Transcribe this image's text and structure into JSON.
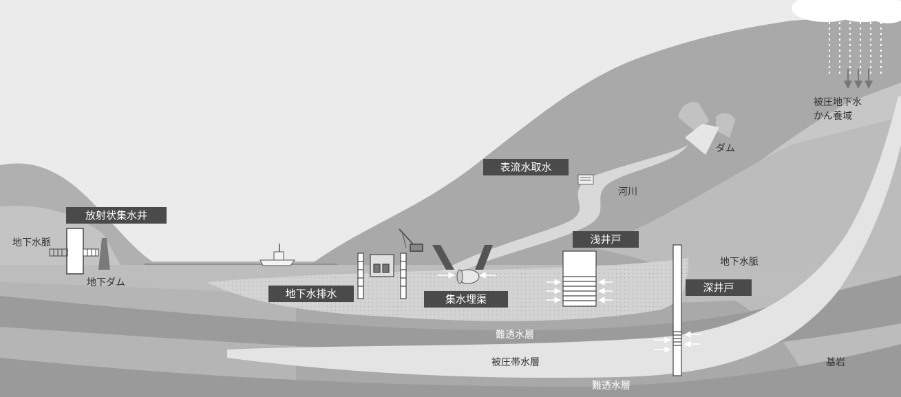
{
  "colors": {
    "sky": "#ebebeb",
    "mountain": "#a9a9a9",
    "ridge_band": "#c7c7c7",
    "upper_soil": "#bdbdbd",
    "aquifer": "#d3d3d3",
    "aquitard": "#9b9b9b",
    "confined_aquifer": "#e4e4e4",
    "bedrock": "#b5b5b5",
    "water_sea": "#8c8c8c",
    "label_bg": "#4a4a4a",
    "label_text": "#ffffff"
  },
  "labels": {
    "radial_well": "放射状集水井",
    "drainage": "地下水排水",
    "surface_intake": "表流水取水",
    "collection_channel": "集水埋渠",
    "shallow_well": "浅井戸",
    "deep_well": "深井戸"
  },
  "plain_labels": {
    "vein_left": "地下水脈",
    "underground_dam": "地下ダム",
    "dam": "ダム",
    "river": "河川",
    "vein_right": "地下水脈",
    "recharge_line1": "被圧地下水",
    "recharge_line2": "かん養域",
    "aquitard_upper": "難透水層",
    "confined_aquifer": "被圧帯水層",
    "aquitard_lower": "難透水層",
    "bedrock": "基岩"
  },
  "icons": [
    "cloud-icon",
    "rain-icon",
    "ship-icon",
    "crane-icon",
    "dam-icon",
    "intake-icon",
    "pipe-icon",
    "arrow-icon"
  ]
}
